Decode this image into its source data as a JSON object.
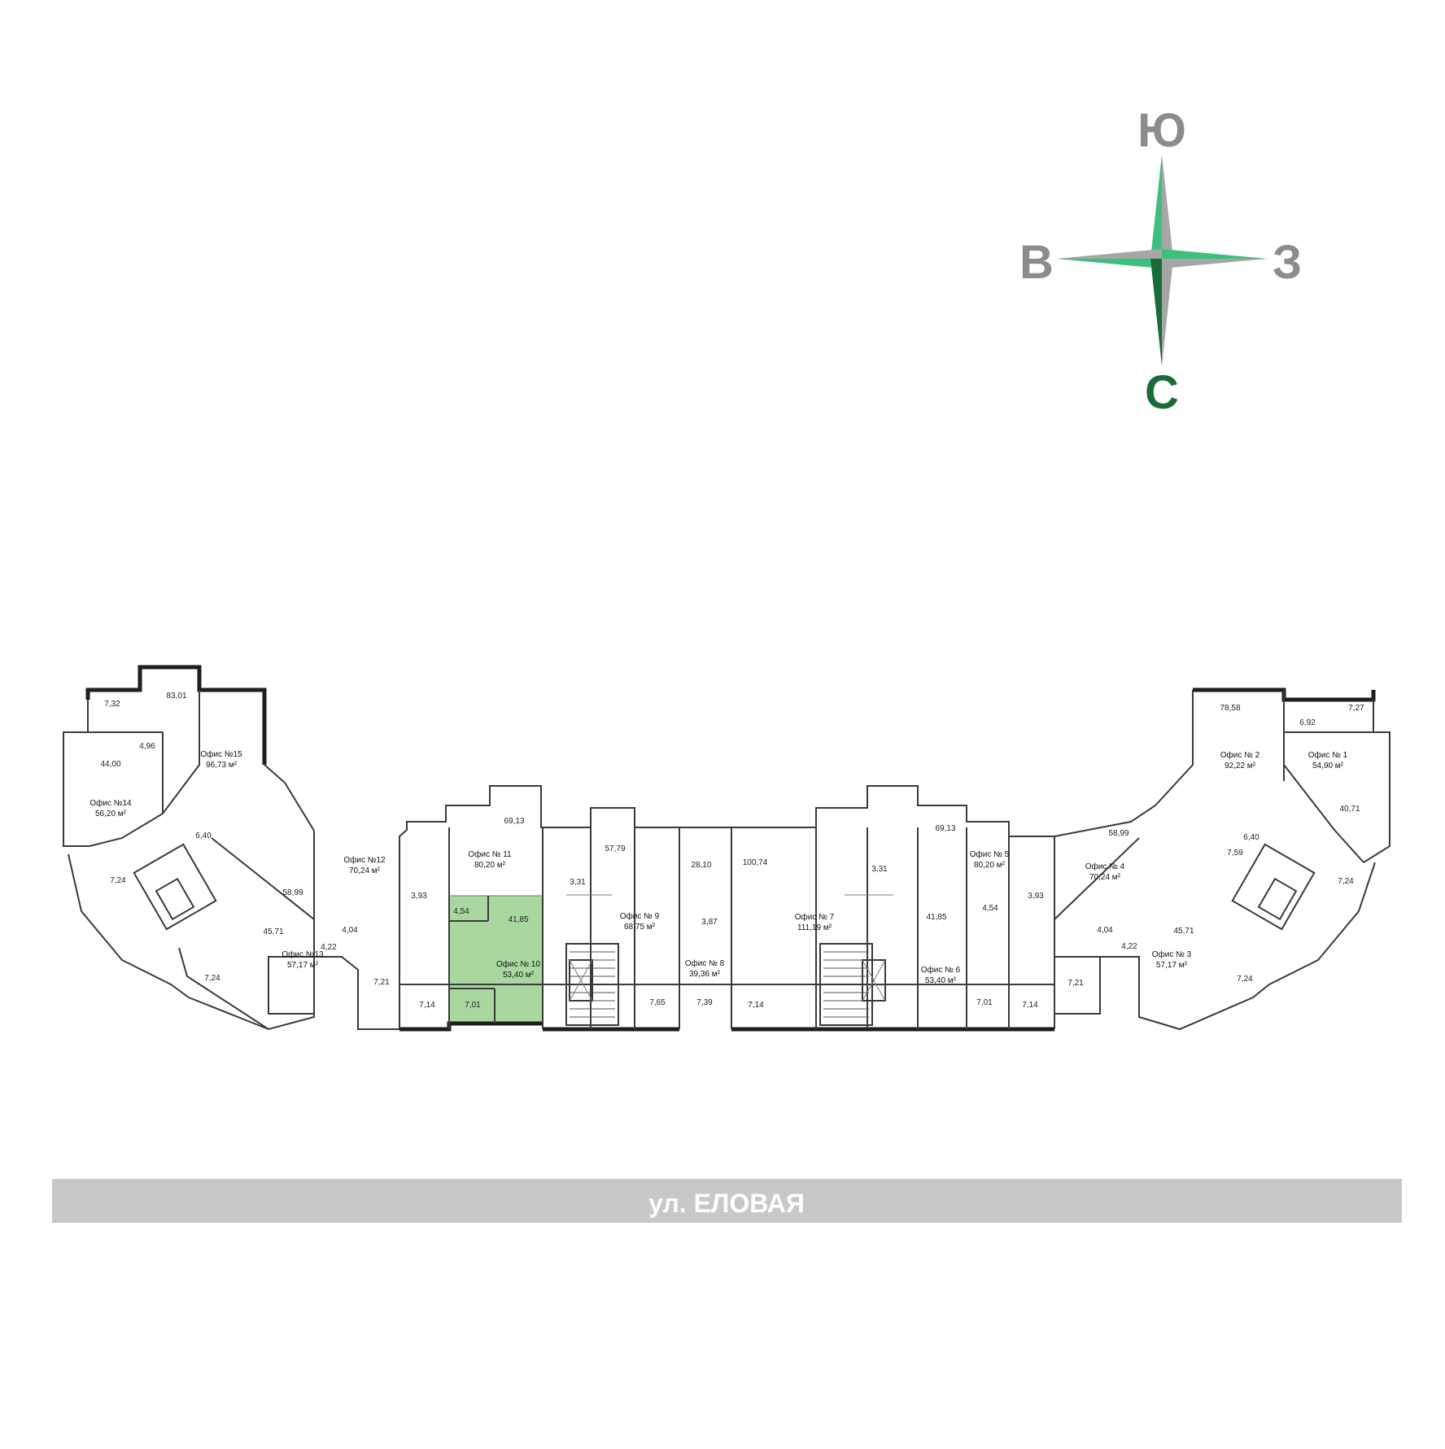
{
  "compass": {
    "top": "Ю",
    "left": "В",
    "right": "З",
    "bottom": "С",
    "colors": {
      "green_light": "#3fbf7f",
      "green_dark": "#1a6b3a",
      "gray": "#a6a6a6",
      "gray_text": "#8c8c8c"
    }
  },
  "street": {
    "label": "ул. ЕЛОВАЯ",
    "color": "#c8c8c8"
  },
  "highlight": {
    "office": "Офис № 10",
    "color": "#a8d8a0"
  },
  "offices": [
    {
      "id": "o15",
      "name": "Офис №15",
      "area": "96,73 м²"
    },
    {
      "id": "o14",
      "name": "Офис №14",
      "area": "56,20 м²"
    },
    {
      "id": "o13",
      "name": "Офис №13",
      "area": "57,17 м²"
    },
    {
      "id": "o12",
      "name": "Офис №12",
      "area": "70,24 м²"
    },
    {
      "id": "o11",
      "name": "Офис № 11",
      "area": "80,20 м²"
    },
    {
      "id": "o10",
      "name": "Офис № 10",
      "area": "53,40 м²"
    },
    {
      "id": "o9",
      "name": "Офис № 9",
      "area": "68,75 м²"
    },
    {
      "id": "o8",
      "name": "Офис № 8",
      "area": "39,36 м²"
    },
    {
      "id": "o7",
      "name": "Офис № 7",
      "area": "111,19 м²"
    },
    {
      "id": "o6",
      "name": "Офис № 6",
      "area": "53,40 м²"
    },
    {
      "id": "o5",
      "name": "Офис № 5",
      "area": "80,20 м²"
    },
    {
      "id": "o4",
      "name": "Офис № 4",
      "area": "70,24 м²"
    },
    {
      "id": "o3",
      "name": "Офис № 3",
      "area": "57,17 м²"
    },
    {
      "id": "o2",
      "name": "Офис № 2",
      "area": "92,22 м²"
    },
    {
      "id": "o1",
      "name": "Офис № 1",
      "area": "54,90 м²"
    }
  ],
  "rooms": [
    "7,32",
    "83,01",
    "4,96",
    "44,00",
    "6,40",
    "7,24",
    "58,99",
    "45,71",
    "4,04",
    "4,22",
    "7,24",
    "7,21",
    "69,13",
    "3,93",
    "4,54",
    "41,85",
    "7,14",
    "7,01",
    "3,31",
    "57,79",
    "7,65",
    "28,10",
    "3,87",
    "7,39",
    "100,74",
    "7,14",
    "3,31",
    "69,13",
    "41,85",
    "4,54",
    "7,01",
    "7,14",
    "3,93",
    "58,99",
    "7,21",
    "4,04",
    "4,22",
    "45,71",
    "7,24",
    "6,40",
    "7,59",
    "7,24",
    "78,58",
    "6,92",
    "7,27",
    "40,71"
  ]
}
